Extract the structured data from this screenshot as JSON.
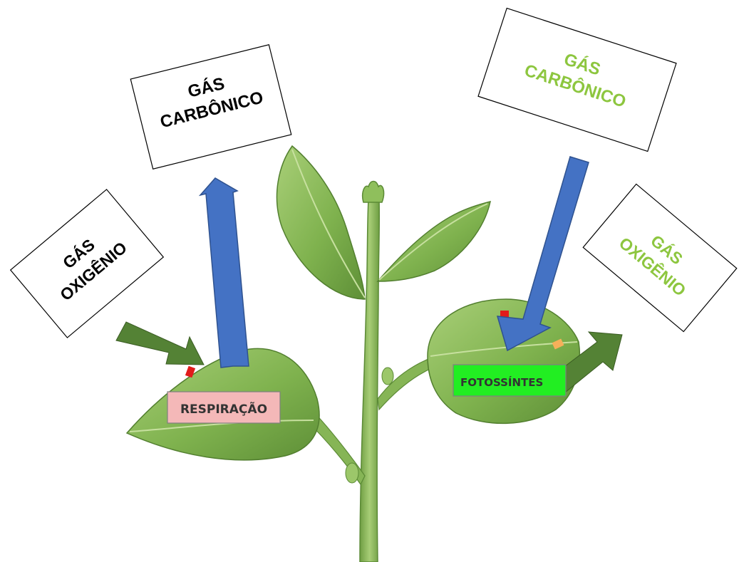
{
  "labels": {
    "left_top": {
      "line1": "GÁS",
      "line2": "CARBÔNICO"
    },
    "left_side": {
      "line1": "GÁS",
      "line2": "OXIGÊNIO"
    },
    "right_top": {
      "line1": "GÁS",
      "line2": "CARBÔNICO"
    },
    "right_side": {
      "line1": "GÁS",
      "line2": "OXIGÊNIO"
    },
    "respiration": "RESPIRAÇÃO",
    "photosynthesis": "FOTOSSÍNTES"
  },
  "colors": {
    "black_text": "#000000",
    "green_text": "#8dc63f",
    "blue_arrow": "#4472c4",
    "green_arrow": "#548235",
    "respiration_bg": "#f4b8b8",
    "photosynthesis_bg": "#22ee22",
    "leaf": "#7fb24e",
    "stem": "#8ab85a"
  }
}
